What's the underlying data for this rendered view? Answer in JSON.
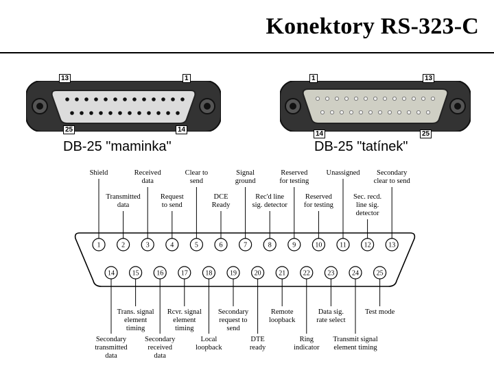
{
  "title": "Konektory RS-323-C",
  "connectors": {
    "female": {
      "label": "DB-25 \"maminka\"",
      "pin_top_left": "13",
      "pin_top_right": "1",
      "pin_bottom_left": "25",
      "pin_bottom_right": "14"
    },
    "male": {
      "label": "DB-25 \"tatínek\"",
      "pin_top_left": "1",
      "pin_top_right": "13",
      "pin_bottom_left": "14",
      "pin_bottom_right": "25"
    }
  },
  "pinout": {
    "top_row": [
      "1",
      "2",
      "3",
      "4",
      "5",
      "6",
      "7",
      "8",
      "9",
      "10",
      "11",
      "12",
      "13"
    ],
    "bottom_row": [
      "14",
      "15",
      "16",
      "17",
      "18",
      "19",
      "20",
      "21",
      "22",
      "23",
      "24",
      "25"
    ],
    "signals_top_high": [
      {
        "pin": "1",
        "lines": [
          "Shield"
        ]
      },
      {
        "pin": "3",
        "lines": [
          "Received",
          "data"
        ]
      },
      {
        "pin": "5",
        "lines": [
          "Clear to",
          "send"
        ]
      },
      {
        "pin": "7",
        "lines": [
          "Signal",
          "ground"
        ]
      },
      {
        "pin": "9",
        "lines": [
          "Reserved",
          "for testing"
        ]
      },
      {
        "pin": "11",
        "lines": [
          "Unassigned"
        ]
      },
      {
        "pin": "13",
        "lines": [
          "Secondary",
          "clear to send"
        ]
      }
    ],
    "signals_top_low": [
      {
        "pin": "2",
        "lines": [
          "Transmitted",
          "data"
        ]
      },
      {
        "pin": "4",
        "lines": [
          "Request",
          "to send"
        ]
      },
      {
        "pin": "6",
        "lines": [
          "DCE",
          "Ready"
        ]
      },
      {
        "pin": "8",
        "lines": [
          "Rec'd line",
          "sig. detector"
        ]
      },
      {
        "pin": "10",
        "lines": [
          "Reserved",
          "for testing"
        ]
      },
      {
        "pin": "12",
        "lines": [
          "Sec. recd.",
          "line sig.",
          "detector"
        ]
      }
    ],
    "signals_bottom_near": [
      {
        "pin": "15",
        "lines": [
          "Trans. signal",
          "element",
          "timing"
        ]
      },
      {
        "pin": "17",
        "lines": [
          "Rcvr. signal",
          "element",
          "timing"
        ]
      },
      {
        "pin": "19",
        "lines": [
          "Secondary",
          "request to",
          "send"
        ]
      },
      {
        "pin": "21",
        "lines": [
          "Remote",
          "loopback"
        ]
      },
      {
        "pin": "23",
        "lines": [
          "Data sig.",
          "rate select"
        ]
      },
      {
        "pin": "25",
        "lines": [
          "Test mode"
        ]
      }
    ],
    "signals_bottom_far": [
      {
        "pin": "14",
        "lines": [
          "Secondary",
          "transmitted",
          "data"
        ]
      },
      {
        "pin": "16",
        "lines": [
          "Secondary",
          "received",
          "data"
        ]
      },
      {
        "pin": "18",
        "lines": [
          "Local",
          "loopback"
        ]
      },
      {
        "pin": "20",
        "lines": [
          "DTE",
          "ready"
        ]
      },
      {
        "pin": "22",
        "lines": [
          "Ring",
          "indicator"
        ]
      },
      {
        "pin": "24",
        "lines": [
          "Transmit signal",
          "element timing"
        ]
      }
    ]
  },
  "colors": {
    "female_shell": "#3a3a3a",
    "female_face": "#d8d8d8",
    "male_shell": "#3a3a3a",
    "male_face": "#c9c9c9",
    "hole": "#111111"
  }
}
